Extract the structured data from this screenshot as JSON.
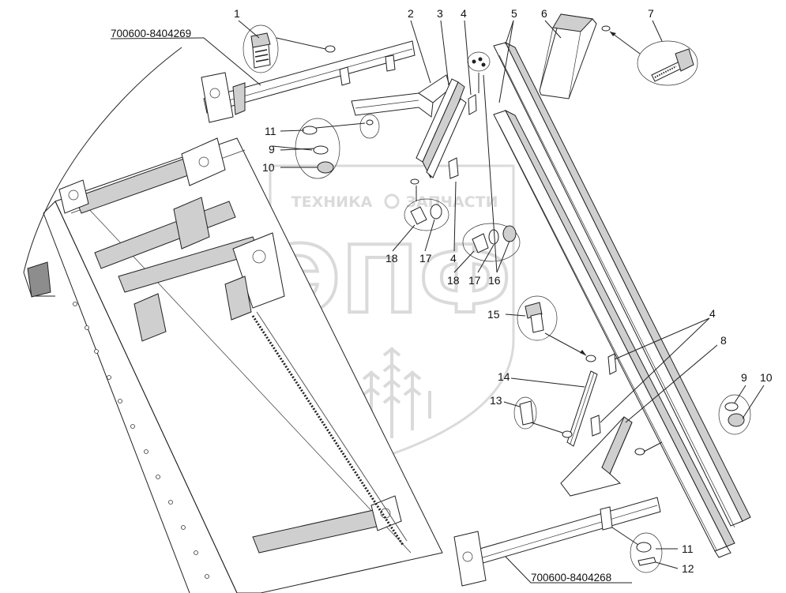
{
  "diagram": {
    "watermark": {
      "text_left": "ТЕХНИКА",
      "text_right": "ЗАПЧАСТИ",
      "logo": "ЭПФ",
      "color": "#c9c9c9"
    },
    "part_numbers": {
      "top": "700600-8404269",
      "bottom": "700600-8404268"
    },
    "callouts": {
      "c1": "1",
      "c2": "2",
      "c3": "3",
      "c4a": "4",
      "c5": "5",
      "c6": "6",
      "c7": "7",
      "c11a": "11",
      "c9a": "9",
      "c10a": "10",
      "c18a": "18",
      "c17a": "17",
      "c4b": "4",
      "c18b": "18",
      "c17b": "17",
      "c16": "16",
      "c15": "15",
      "c4c": "4",
      "c8": "8",
      "c14": "14",
      "c13": "13",
      "c9b": "9",
      "c10b": "10",
      "c11b": "11",
      "c12": "12"
    },
    "colors": {
      "ink": "#222222",
      "shade": "#cfcfcf",
      "dark": "#8d8d8d"
    }
  }
}
